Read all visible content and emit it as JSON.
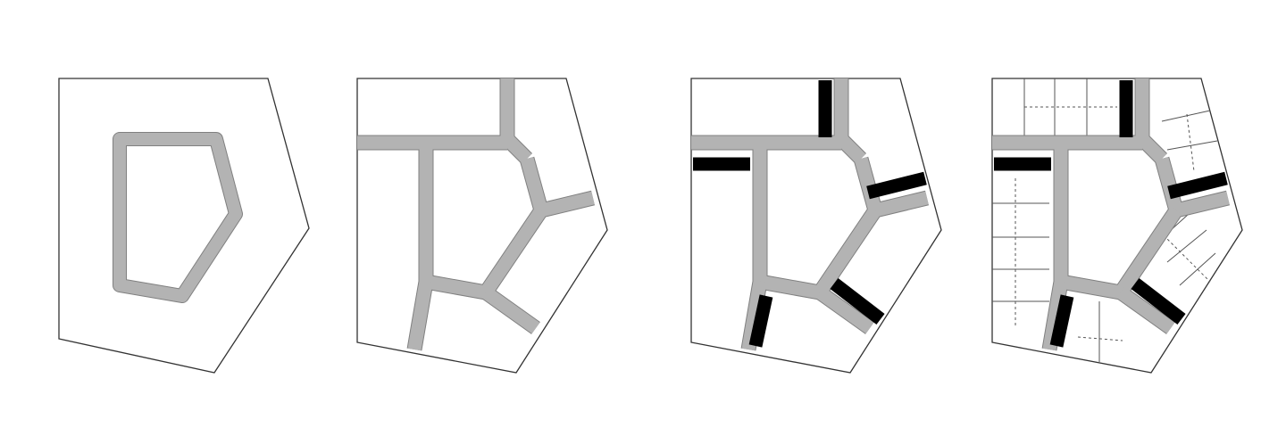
{
  "colors": {
    "background": "#ffffff",
    "outline": "#333333",
    "road": "#b3b3b3",
    "road_edge": "#808080",
    "street_stub": "#000000",
    "lot_line": "#555555"
  },
  "panels": [
    {
      "id": "stage-1",
      "step": 1,
      "content": [
        "block-outline",
        "ring-road"
      ]
    },
    {
      "id": "stage-2",
      "step": 2,
      "content": [
        "block-outline",
        "primary-road-network"
      ]
    },
    {
      "id": "stage-3",
      "step": 3,
      "content": [
        "block-outline",
        "primary-road-network",
        "secondary-street-stubs"
      ]
    },
    {
      "id": "stage-4",
      "step": 4,
      "content": [
        "block-outline",
        "primary-road-network",
        "secondary-street-stubs",
        "lot-subdivision"
      ]
    }
  ]
}
